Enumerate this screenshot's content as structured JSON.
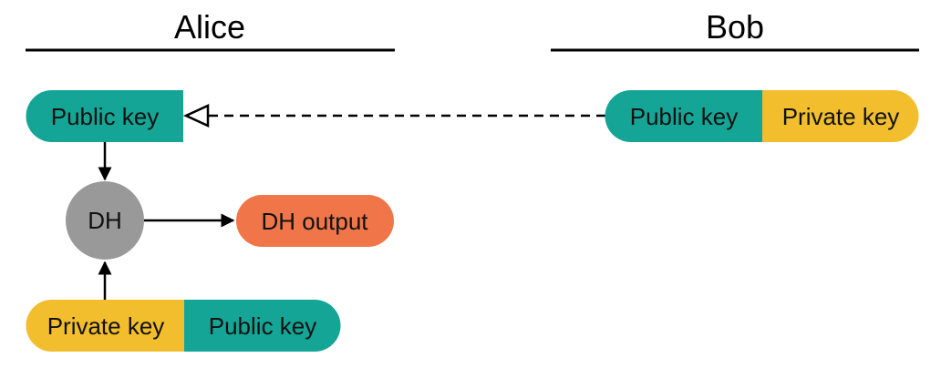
{
  "alice": {
    "title": "Alice",
    "received_key": {
      "public_label": "Public key"
    },
    "own_keypair": {
      "private_label": "Private key",
      "public_label": "Public key"
    },
    "dh_node_label": "DH",
    "dh_output_label": "DH output"
  },
  "bob": {
    "title": "Bob",
    "keypair": {
      "public_label": "Public key",
      "private_label": "Private key"
    }
  },
  "colors": {
    "public_key": "#15A596",
    "private_key": "#F2BE2E",
    "dh_node": "#999999",
    "dh_output": "#F0764A",
    "line": "#000000"
  },
  "icons": {
    "received_arrowhead": "hollow-triangle-arrowhead",
    "flow_arrowhead": "filled-triangle-arrowhead"
  }
}
